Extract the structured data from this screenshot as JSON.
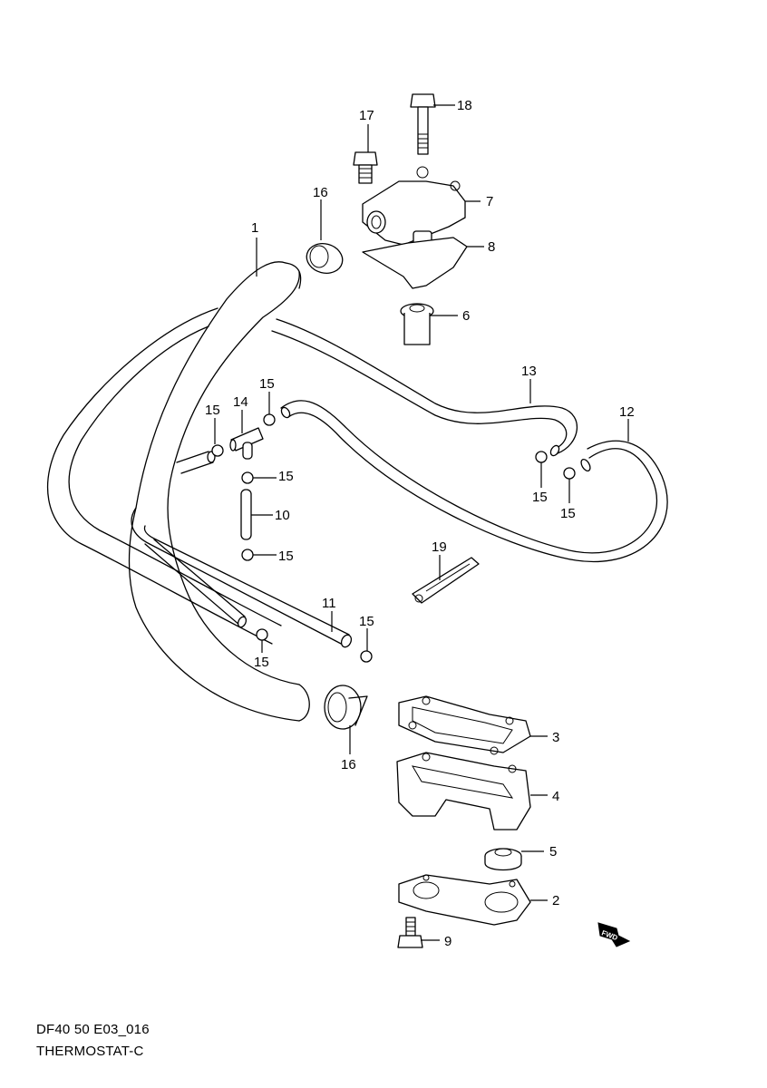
{
  "diagram": {
    "type": "exploded-parts-diagram",
    "code": "DF40 50 E03_016",
    "title": "THERMOSTAT-C",
    "forward_indicator": "FWD",
    "callouts": {
      "p1": "1",
      "p2": "2",
      "p3": "3",
      "p4": "4",
      "p5": "5",
      "p6": "6",
      "p7": "7",
      "p8": "8",
      "p9": "9",
      "p10": "10",
      "p11": "11",
      "p12": "12",
      "p13": "13",
      "p14": "14",
      "p15a": "15",
      "p15b": "15",
      "p15c": "15",
      "p15d": "15",
      "p15e": "15",
      "p15f": "15",
      "p15g": "15",
      "p15h": "15",
      "p16a": "16",
      "p16b": "16",
      "p17": "17",
      "p18": "18",
      "p19": "19"
    },
    "parts": [
      {
        "ref": "1",
        "name": "hose"
      },
      {
        "ref": "2",
        "name": "gasket-plate"
      },
      {
        "ref": "3",
        "name": "gasket"
      },
      {
        "ref": "4",
        "name": "thermostat-housing-lower"
      },
      {
        "ref": "5",
        "name": "seal"
      },
      {
        "ref": "6",
        "name": "thermostat"
      },
      {
        "ref": "7",
        "name": "thermostat-cover"
      },
      {
        "ref": "8",
        "name": "gasket"
      },
      {
        "ref": "9",
        "name": "bolt"
      },
      {
        "ref": "10",
        "name": "hose"
      },
      {
        "ref": "11",
        "name": "hose"
      },
      {
        "ref": "12",
        "name": "hose"
      },
      {
        "ref": "13",
        "name": "hose"
      },
      {
        "ref": "14",
        "name": "joint"
      },
      {
        "ref": "15",
        "name": "clip"
      },
      {
        "ref": "16",
        "name": "clamp"
      },
      {
        "ref": "17",
        "name": "bolt"
      },
      {
        "ref": "18",
        "name": "bolt"
      },
      {
        "ref": "19",
        "name": "clamp-strap"
      }
    ]
  }
}
